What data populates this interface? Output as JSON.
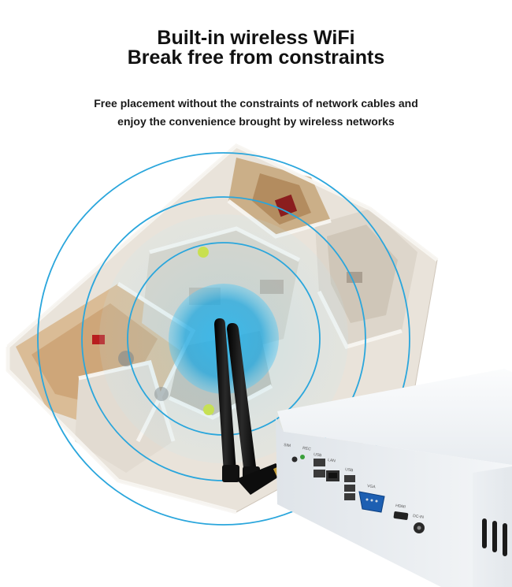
{
  "headline": {
    "line1": "Built-in wireless WiFi",
    "line2": "Break free from constraints"
  },
  "subtext": {
    "line1": "Free placement without the constraints of network cables and",
    "line2": "enjoy the convenience brought by wireless networks"
  },
  "device": {
    "port_labels": {
      "sim": "SIM",
      "rec": "REC",
      "usb_a": "USB",
      "lan": "LAN",
      "usb_b": "USB",
      "vga": "VGA",
      "hdmi": "HDMI",
      "dc_in": "DC-IN"
    }
  },
  "colors": {
    "signal_ring": "#2aa6dc",
    "signal_core": "#18a9e6",
    "device_body": "#eef1f4",
    "antenna": "#111111",
    "headline_text": "#111111"
  },
  "icons": {
    "floorplan": "house-floorplan-illustration",
    "antenna": "wifi-antenna-icon",
    "device": "mini-pc-device"
  }
}
